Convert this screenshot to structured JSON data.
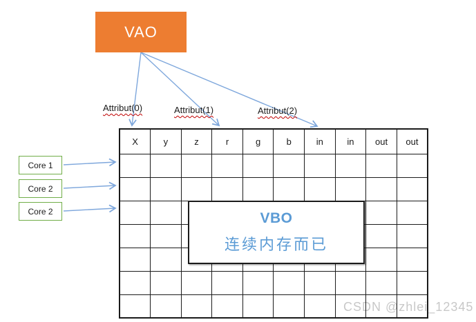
{
  "diagram": {
    "vao_box": {
      "label": "VAO"
    },
    "attribute_labels": [
      {
        "label": "Attribut(0)"
      },
      {
        "label": "Attribut(1)"
      },
      {
        "label": "Attribut(2)"
      }
    ],
    "core_boxes": [
      {
        "label": "Core 1"
      },
      {
        "label": "Core 2"
      },
      {
        "label": "Core 2"
      }
    ],
    "grid": {
      "columns": [
        "X",
        "y",
        "z",
        "r",
        "g",
        "b",
        "in",
        "in",
        "out",
        "out"
      ],
      "empty_data_rows": 7
    },
    "vbo_box": {
      "title": "VBO",
      "subtitle": "连续内存而已"
    },
    "colors": {
      "vao_fill": "#ED7D31",
      "vao_text": "#FFFFFF",
      "arrow": "#7EA7DC",
      "core_border": "#70AD47",
      "vbo_text": "#5B9BD5",
      "squiggle_underline": "#C00000",
      "grid_line": "#1a1a1a",
      "watermark_gray": "#C8C8C8"
    }
  },
  "watermark": "CSDN @zhlei_12345"
}
